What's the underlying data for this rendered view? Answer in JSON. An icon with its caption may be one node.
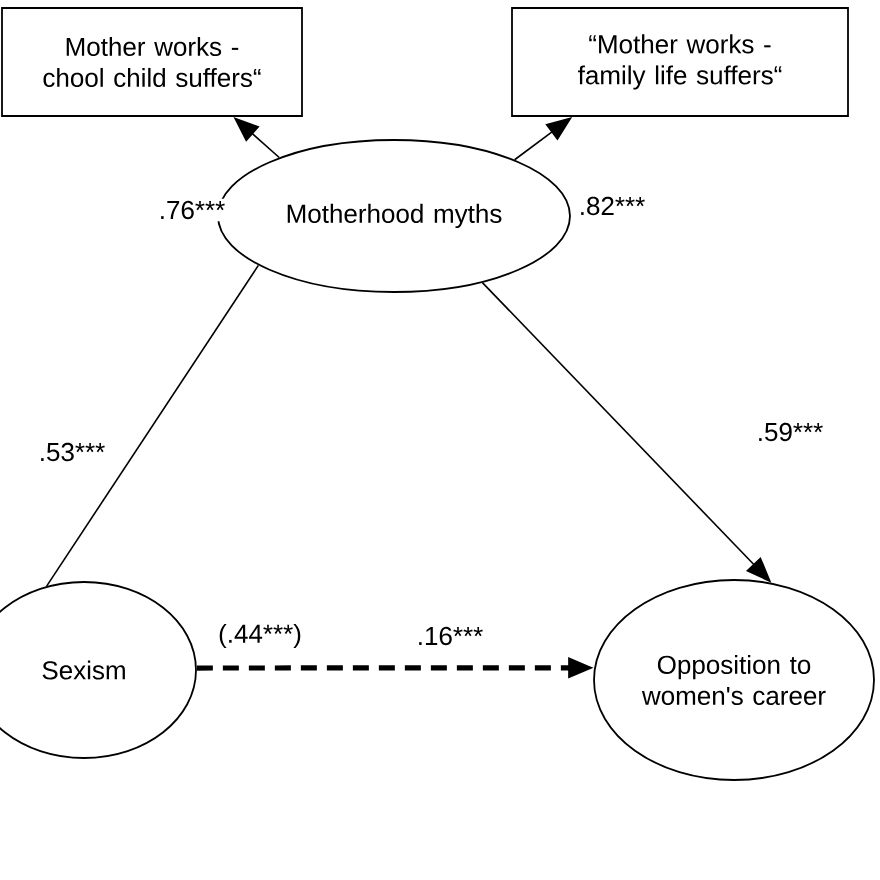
{
  "diagram": {
    "nodes": [
      {
        "text": [
          "Mother works - chool child suffers“"
        ]
      },
      {
        "text": [
          "“Mother works - family life suffers“"
        ]
      },
      {
        "text": [
          "Motherhood myths"
        ]
      },
      {
        "text": [
          "Sexism"
        ]
      },
      {
        "text": [
          "Opposition to women's career"
        ]
      }
    ],
    "edges": [
      {
        "from": 2,
        "to": 0,
        "arrow": "to",
        "label": ".76***"
      },
      {
        "from": 2,
        "to": 1,
        "arrow": "to",
        "label": ".82***"
      },
      {
        "from": 3,
        "to": 2,
        "arrow": "none",
        "label": ".53***"
      },
      {
        "from": 2,
        "to": 4,
        "arrow": "to",
        "label": ".59***"
      },
      {
        "from": 3,
        "to": 4,
        "arrow": "to",
        "label": ".16***",
        "style": "dashed"
      }
    ],
    "labels": [
      "(.44***)"
    ]
  }
}
